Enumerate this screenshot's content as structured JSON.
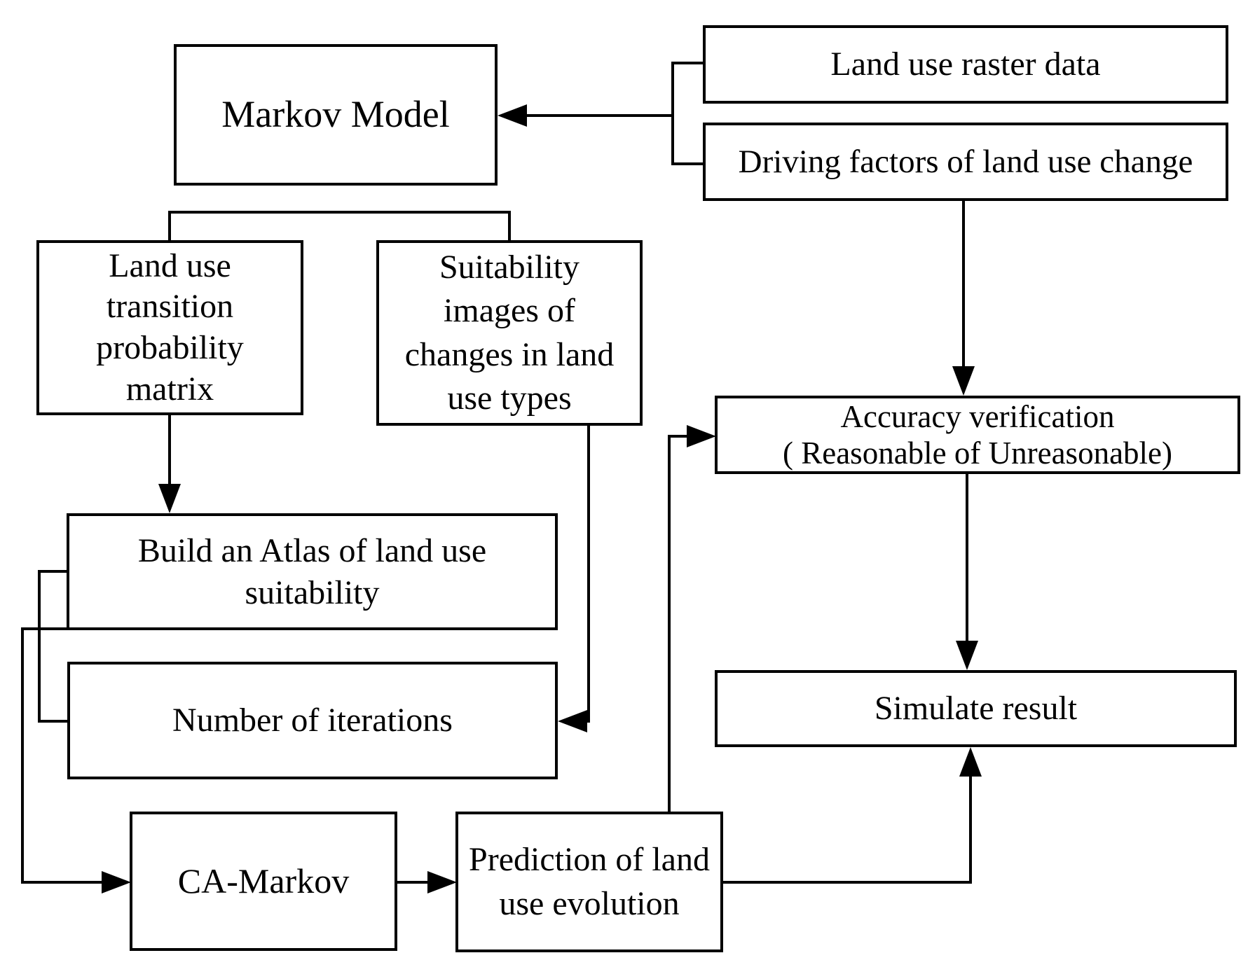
{
  "diagram": {
    "type": "flowchart",
    "colors": {
      "stroke": "#000000",
      "background": "#ffffff"
    },
    "nodes": {
      "markov": {
        "label": "Markov Model"
      },
      "raster": {
        "label": "Land use raster data"
      },
      "driving": {
        "label": "Driving factors of land use change"
      },
      "transition": {
        "label": "Land use\ntransition\nprobability\nmatrix"
      },
      "suitability": {
        "label": "Suitability\nimages of\nchanges in land\nuse types"
      },
      "accuracy": {
        "label": "Accuracy verification\n( Reasonable of Unreasonable)"
      },
      "atlas": {
        "label": "Build an Atlas of land use\nsuitability"
      },
      "iterations": {
        "label": "Number of iterations"
      },
      "camarkov": {
        "label": "CA-Markov"
      },
      "prediction": {
        "label": "Prediction of land\nuse evolution"
      },
      "simulate": {
        "label": "Simulate result"
      }
    },
    "edges": [
      {
        "from": "raster",
        "to": "markov"
      },
      {
        "from": "driving",
        "to": "markov"
      },
      {
        "from": "markov",
        "to": "transition"
      },
      {
        "from": "markov",
        "to": "suitability"
      },
      {
        "from": "transition",
        "to": "atlas"
      },
      {
        "from": "suitability",
        "to": "iterations"
      },
      {
        "from": "atlas",
        "to": "camarkov"
      },
      {
        "from": "iterations",
        "to": "camarkov"
      },
      {
        "from": "camarkov",
        "to": "prediction"
      },
      {
        "from": "prediction",
        "to": "accuracy"
      },
      {
        "from": "driving",
        "to": "accuracy"
      },
      {
        "from": "accuracy",
        "to": "simulate"
      },
      {
        "from": "prediction",
        "to": "simulate"
      }
    ]
  }
}
